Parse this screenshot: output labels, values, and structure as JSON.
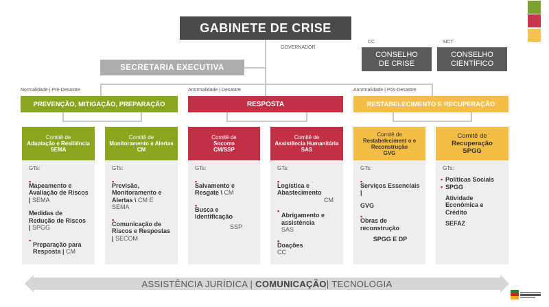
{
  "legend_colors": [
    "#7ea12e",
    "#c9354a",
    "#f5c150"
  ],
  "gabinete": {
    "title": "GABINETE DE CRISE",
    "governor": "GOVERNADOR"
  },
  "councils": [
    {
      "tag": "CC",
      "line1": "CONSELHO",
      "line2": "DE CRISE"
    },
    {
      "tag": "SICT",
      "line1": "CONSELHO",
      "line2": "CIENTÍFICO"
    }
  ],
  "secretaria": "SECRETARIA EXECUTIVA",
  "phases": [
    {
      "tag": "Normalidade | Pré-Desastre",
      "title": "PREVENÇÃO, MITIGAÇÃO, PREPARAÇÃO",
      "color": "#8aa621"
    },
    {
      "tag": "Anormalidade | Desastre",
      "title": "RESPOSTA",
      "color": "#c32f44"
    },
    {
      "tag": "Anormalidade | Pós-Desastre",
      "title": "RESTABELECIMENTO E RECUPERAÇÃO",
      "color": "#f3bd46"
    }
  ],
  "committees": [
    {
      "prefix": "Comitê de",
      "name": "Adaptação e Resiliência",
      "code": "SEMA"
    },
    {
      "prefix": "Comitê de",
      "name": "Monitoramento e Alertas",
      "code": "CM"
    },
    {
      "prefix": "Comitê de",
      "name": "Socorro",
      "code": "CM/SSP"
    },
    {
      "prefix": "Comitê de",
      "name": "Assistência Humanitária",
      "code": "SAS"
    },
    {
      "prefix": "Comitê de",
      "name": "Restabeleciment o e Reconstrução",
      "code": "GVG"
    },
    {
      "prefix": "Comitê de",
      "name": "Recuperação",
      "code": "SPGG"
    }
  ],
  "gt_label": "GTs:",
  "gts": [
    [
      {
        "title": "Mapeamento e Avaliação de Riscos |",
        "owner": "SEMA"
      },
      {
        "title": "Medidas de Redução de Riscos |",
        "owner": "SPGG"
      },
      {
        "title": "Preparação para Resposta |",
        "owner": "CM"
      }
    ],
    [
      {
        "title": "Previsão, Monitoramento e Alertas \\",
        "owner": "CM E SEMA"
      },
      {
        "title": "Comunicação de Riscos e Respostas |",
        "owner": "SECOM"
      }
    ],
    [
      {
        "title": "Salvamento e Resgate \\",
        "owner": "CM"
      },
      {
        "title": "Busca e Identificação",
        "owner": "SSP"
      }
    ],
    [
      {
        "title": "Logística e Abastecimento",
        "owner": "CM"
      },
      {
        "title": "Abrigamento e assistência",
        "owner": "SAS"
      },
      {
        "title": "Doações",
        "owner": "CC"
      }
    ],
    [
      {
        "title": "Serviços Essenciais |",
        "owner": "GVG"
      },
      {
        "title": "Obras de reconstrução",
        "owner": "SPGG E DP"
      }
    ],
    [
      {
        "title": "Políticas Sociais",
        "owner": ""
      },
      {
        "title": "SPGG",
        "owner": ""
      },
      {
        "title": "Atividade Econômica e Crédito",
        "owner": ""
      },
      {
        "title": "SEFAZ",
        "owner": ""
      }
    ]
  ],
  "bottom_band": {
    "part1": "ASSISTÊNCIA JURÍDICA |",
    "part2": "COMUNICAÇÃO",
    "part3": "| TECNOLOGIA"
  }
}
